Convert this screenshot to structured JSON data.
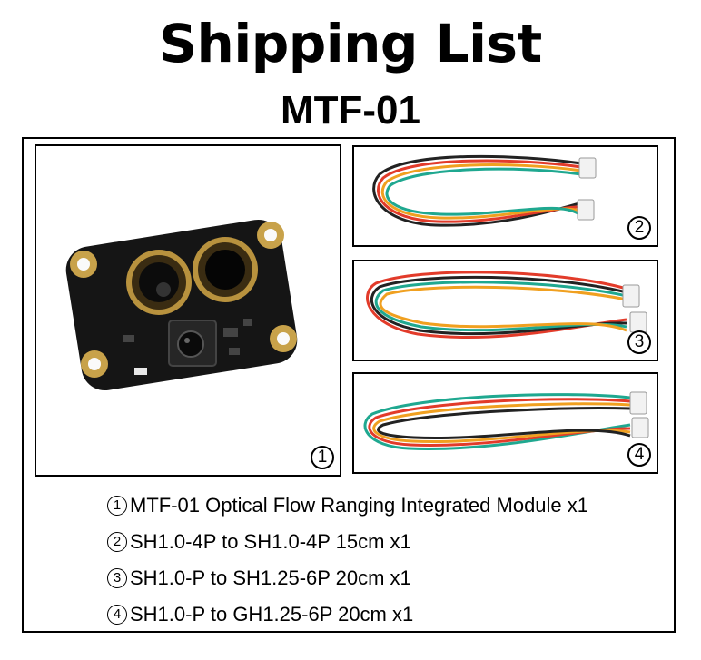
{
  "title": "Shipping List",
  "subtitle": "MTF-01",
  "panels": [
    {
      "num": "1",
      "content": "sensor-module-photo"
    },
    {
      "num": "2",
      "content": "cable-photo"
    },
    {
      "num": "3",
      "content": "cable-photo"
    },
    {
      "num": "4",
      "content": "cable-photo"
    }
  ],
  "items": [
    {
      "num": "1",
      "text": "MTF-01 Optical Flow Ranging Integrated Module x1"
    },
    {
      "num": "2",
      "text": "SH1.0-4P to SH1.0-4P 15cm x1"
    },
    {
      "num": "3",
      "text": "SH1.0-P to SH1.25-6P 20cm x1"
    },
    {
      "num": "4",
      "text": "SH1.0-P to GH1.25-6P 20cm x1"
    }
  ],
  "colors": {
    "pcb": "#151515",
    "gold": "#c8a24a",
    "wire_red": "#e23b2a",
    "wire_orange": "#f0a020",
    "wire_green": "#1fa890",
    "wire_black": "#222222",
    "connector": "#f2f2f2"
  }
}
